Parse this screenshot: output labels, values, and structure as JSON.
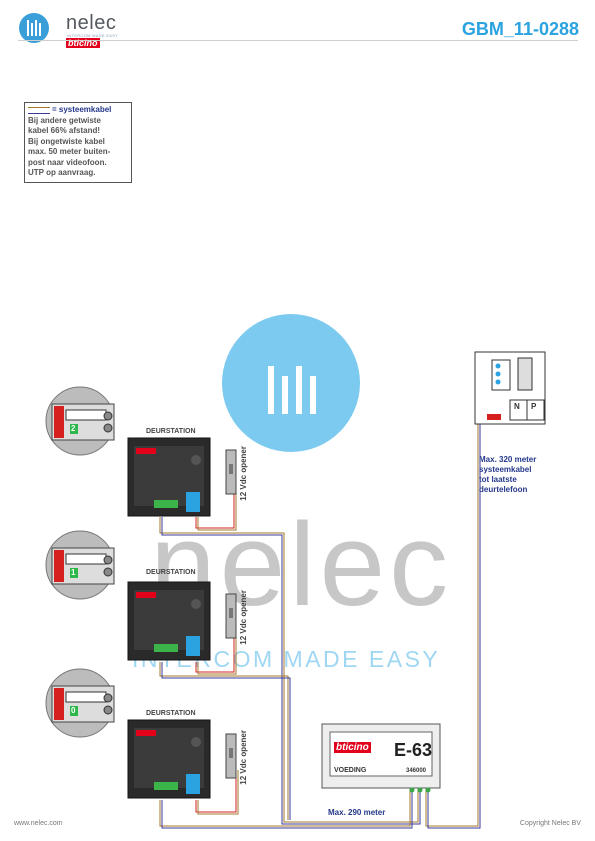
{
  "header": {
    "logo_name": "nelec",
    "logo_tagline": "INTERCOM MADE EASY",
    "logo_brand": "bticino",
    "doc_code": "GBM_11-0288"
  },
  "note": {
    "legend_label": "= systeemkabel",
    "lines": [
      "Bij andere getwiste",
      "kabel 66% afstand!",
      "Bij ongetwiste kabel",
      "max. 50 meter buiten-",
      "post naar videofoon.",
      "UTP op aanvraag."
    ]
  },
  "watermark": {
    "name": "nelec",
    "tagline": "INTERCOM MADE EASY"
  },
  "stations": [
    {
      "label": "DEURSTATION",
      "opener": "12 Vdc opener",
      "address": "2"
    },
    {
      "label": "DEURSTATION",
      "opener": "12 Vdc opener",
      "address": "1"
    },
    {
      "label": "DEURSTATION",
      "opener": "12 Vdc opener",
      "address": "0"
    }
  ],
  "power_supply": {
    "brand": "bticino",
    "model": "E-63",
    "label": "VOEDING",
    "code": "346000"
  },
  "phone": {
    "n_label": "N",
    "p_label": "P"
  },
  "annotations": {
    "max320": [
      "Max. 320 meter",
      "systeemkabel",
      "tot laatste",
      "deurtelefoon"
    ],
    "max290": "Max. 290 meter"
  },
  "footer": {
    "website": "www.nelec.com",
    "copyright": "Copyright Nelec BV"
  },
  "colors": {
    "accent_blue": "#2aa3e0",
    "note_blue": "#24378a",
    "bticino_red": "#e3001b",
    "wire_brown": "#a37a2c",
    "wire_blue": "#3a3a9c",
    "wire_red": "#d62020"
  }
}
